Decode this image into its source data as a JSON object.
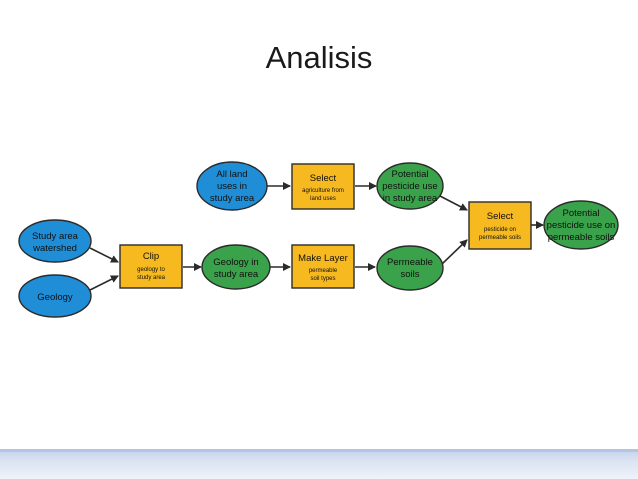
{
  "slide": {
    "title": "Analisis"
  },
  "colors": {
    "input": "#1f8ed7",
    "derived": "#3aa24a",
    "process": "#f6b920",
    "stroke": "#2b2b2b"
  },
  "nodes": {
    "study_area_watershed": {
      "lines": [
        "Study area",
        "watershed"
      ]
    },
    "geology": {
      "lines": [
        "Geology"
      ]
    },
    "clip": {
      "title": "Clip",
      "sub": [
        "geology to",
        "study area"
      ]
    },
    "geology_in_study_area": {
      "lines": [
        "Geology in",
        "study area"
      ]
    },
    "make_layer": {
      "title": "Make Layer",
      "sub": [
        "permeable",
        "soil types"
      ]
    },
    "permeable_soils": {
      "lines": [
        "Permeable",
        "soils"
      ]
    },
    "all_land_uses": {
      "lines": [
        "All land",
        "uses in",
        "study area"
      ]
    },
    "select_agriculture": {
      "title": "Select",
      "sub": [
        "agriculture from",
        "land uses"
      ]
    },
    "potential_pesticide_use": {
      "lines": [
        "Potential",
        "pesticide use",
        "in study area"
      ]
    },
    "select_pesticide": {
      "title": "Select",
      "sub": [
        "pesticide on",
        "permeable soils"
      ]
    },
    "potential_pesticide_on_soils": {
      "lines": [
        "Potential",
        "pesticide use on",
        "permeable soils"
      ]
    }
  }
}
